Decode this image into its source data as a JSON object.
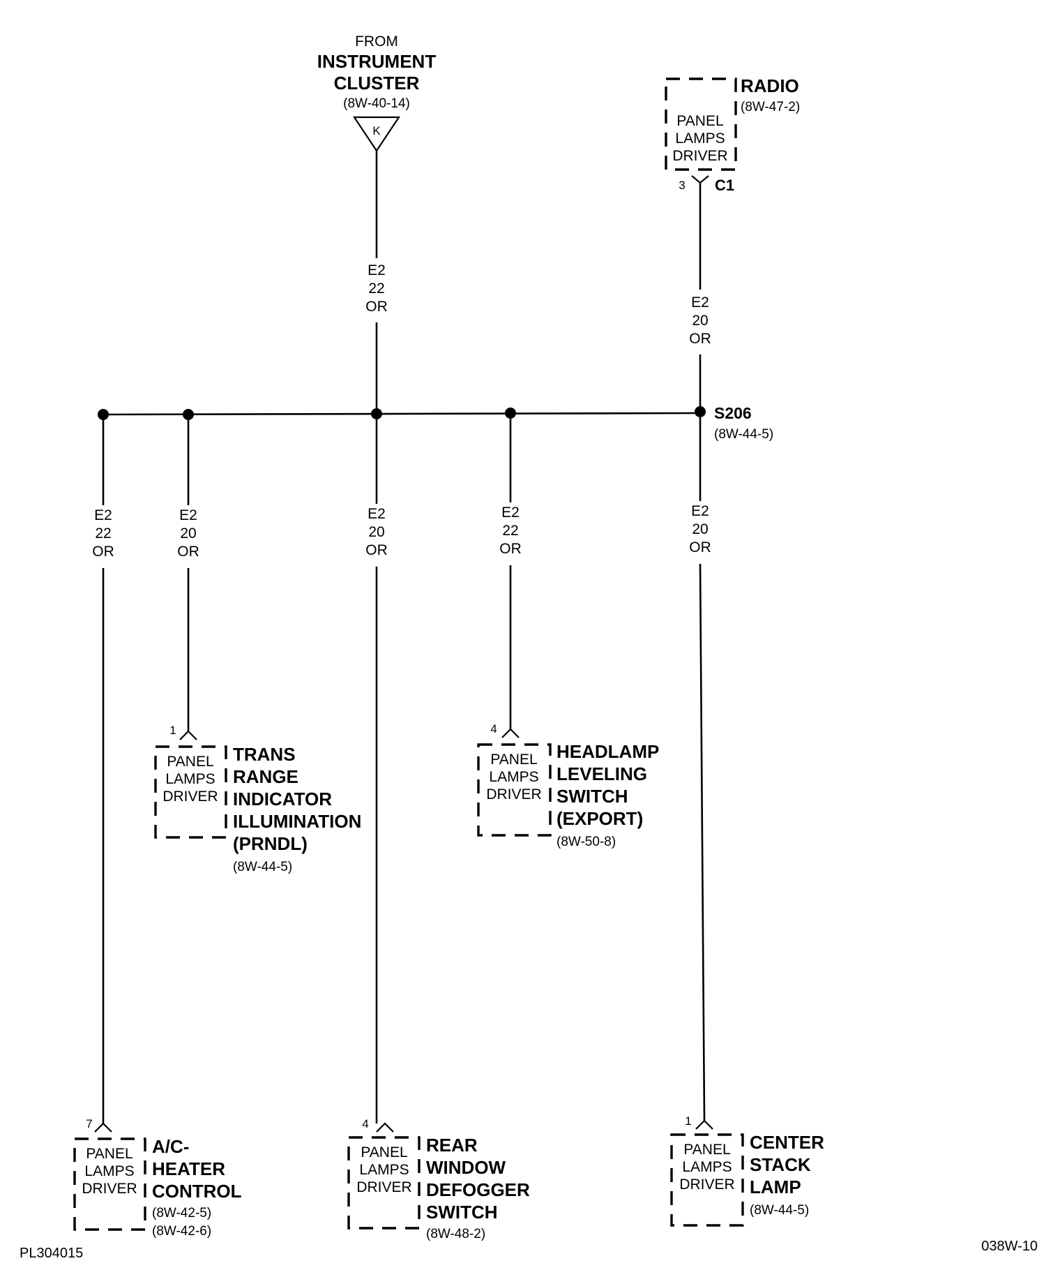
{
  "source": {
    "from": "FROM",
    "name_line1": "INSTRUMENT",
    "name_line2": "CLUSTER",
    "ref": "(8W-40-14)",
    "connector_letter": "K"
  },
  "radio": {
    "name": "RADIO",
    "ref": "(8W-47-2)",
    "box_line1": "PANEL",
    "box_line2": "LAMPS",
    "box_line3": "DRIVER",
    "pin": "3",
    "connector": "C1"
  },
  "wires": {
    "cluster_feed": {
      "circuit": "E2",
      "gauge": "22",
      "color": "OR"
    },
    "radio_feed": {
      "circuit": "E2",
      "gauge": "20",
      "color": "OR"
    },
    "ac_heater": {
      "circuit": "E2",
      "gauge": "22",
      "color": "OR"
    },
    "trans_range": {
      "circuit": "E2",
      "gauge": "20",
      "color": "OR"
    },
    "rear_window": {
      "circuit": "E2",
      "gauge": "20",
      "color": "OR"
    },
    "headlamp": {
      "circuit": "E2",
      "gauge": "22",
      "color": "OR"
    },
    "center_stack": {
      "circuit": "E2",
      "gauge": "20",
      "color": "OR"
    }
  },
  "splice": {
    "name": "S206",
    "ref": "(8W-44-5)"
  },
  "components": {
    "trans_range": {
      "pin": "1",
      "box_line1": "PANEL",
      "box_line2": "LAMPS",
      "box_line3": "DRIVER",
      "name_line1": "TRANS",
      "name_line2": "RANGE",
      "name_line3": "INDICATOR",
      "name_line4": "ILLUMINATION",
      "name_line5": "(PRNDL)",
      "ref": "(8W-44-5)"
    },
    "headlamp": {
      "pin": "4",
      "box_line1": "PANEL",
      "box_line2": "LAMPS",
      "box_line3": "DRIVER",
      "name_line1": "HEADLAMP",
      "name_line2": "LEVELING",
      "name_line3": "SWITCH",
      "name_line4": "(EXPORT)",
      "ref": "(8W-50-8)"
    },
    "ac_heater": {
      "pin": "7",
      "box_line1": "PANEL",
      "box_line2": "LAMPS",
      "box_line3": "DRIVER",
      "name_line1": "A/C-",
      "name_line2": "HEATER",
      "name_line3": "CONTROL",
      "ref1": "(8W-42-5)",
      "ref2": "(8W-42-6)"
    },
    "rear_window": {
      "pin": "4",
      "box_line1": "PANEL",
      "box_line2": "LAMPS",
      "box_line3": "DRIVER",
      "name_line1": "REAR",
      "name_line2": "WINDOW",
      "name_line3": "DEFOGGER",
      "name_line4": "SWITCH",
      "ref": "(8W-48-2)"
    },
    "center_stack": {
      "pin": "1",
      "box_line1": "PANEL",
      "box_line2": "LAMPS",
      "box_line3": "DRIVER",
      "name_line1": "CENTER",
      "name_line2": "STACK",
      "name_line3": "LAMP",
      "ref": "(8W-44-5)"
    }
  },
  "footer": {
    "left_code": "PL304015",
    "right_code": "038W-10"
  }
}
